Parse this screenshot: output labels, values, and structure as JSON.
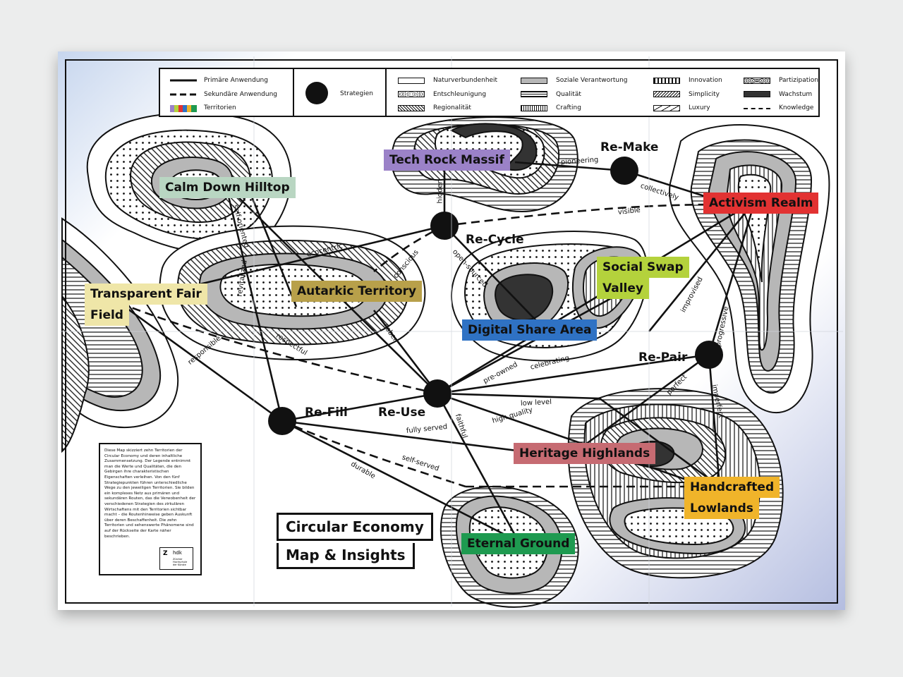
{
  "legend": {
    "lines": [
      {
        "label": "Primäre Anwendung"
      },
      {
        "label": "Sekundäre Anwendung"
      },
      {
        "label": "Territorien"
      }
    ],
    "strategies_label": "Strategien",
    "patterns": [
      "Naturverbundenheit",
      "Entschleunigung",
      "Regionalität",
      "Soziale Verantwortung",
      "Qualität",
      "Crafting",
      "Innovation",
      "Simplicity",
      "Luxury",
      "Partizipation",
      "Wachstum",
      "Knowledge"
    ]
  },
  "territories": [
    {
      "name": "Tech Rock Massif",
      "color": "#9b82c8"
    },
    {
      "name": "Calm Down Hilltop",
      "color": "#b9d6c2"
    },
    {
      "name": "Activism Realm",
      "color": "#e23232"
    },
    {
      "name": "Social Swap",
      "color": "#b4d23c"
    },
    {
      "name": "Valley",
      "color": "#b4d23c"
    },
    {
      "name": "Transparent Fair",
      "color": "#efe6a8"
    },
    {
      "name": "Field",
      "color": "#efe6a8"
    },
    {
      "name": "Autarkic Territory",
      "color": "#b8a04a"
    },
    {
      "name": "Digital Share Area",
      "color": "#2f72c4"
    },
    {
      "name": "Heritage Highlands",
      "color": "#c66b72"
    },
    {
      "name": "Handcrafted",
      "color": "#f0b42a"
    },
    {
      "name": "Lowlands",
      "color": "#f0b42a"
    },
    {
      "name": "Eternal Ground",
      "color": "#1e9a50"
    }
  ],
  "strategies": [
    "Re-Make",
    "Re-Cycle",
    "Re-Pair",
    "Re-Fill",
    "Re-Use"
  ],
  "route_labels": [
    "pioneering",
    "collectively",
    "visible",
    "hidden",
    "conscious",
    "ecocentric",
    "open-sourced",
    "self-oriented",
    "revitalized",
    "sober",
    "respectful",
    "responsible",
    "pre-owned",
    "celebrating",
    "improvised",
    "progressive",
    "perfect",
    "imperfect",
    "low level",
    "high quality",
    "faithful",
    "fully served",
    "self-served",
    "durable"
  ],
  "info_text": "Diese Map skizziert zehn Territorien der Circular Economy und deren inhaltliche Zusammensetzung. Der Legende entnimmt man die Werte und Qualitäten, die den Gebirgen ihre charakteristischen Eigenschaften verleihen. Von den fünf Strategiepunkten führen unterschiedliche Wege zu den jeweiligen Territorien. Sie bilden ein komplexes Netz aus primären und sekundären Routen, das die Verwobenheit der verschiedenen Strategien des zirkulären Wirtschaftens mit den Territorien sichtbar macht – die Routenhinweise geben Auskunft über deren Beschaffenheit. Die zehn Territorien und sehenswerte Phänomene sind auf der Rückseite der Karte näher beschrieben.",
  "logo": {
    "mark": "Z",
    "name": "hdk",
    "sub": "Zürcher Hochschule der Künste"
  },
  "title": {
    "line1": "Circular Economy",
    "line2": "Map & Insights"
  }
}
